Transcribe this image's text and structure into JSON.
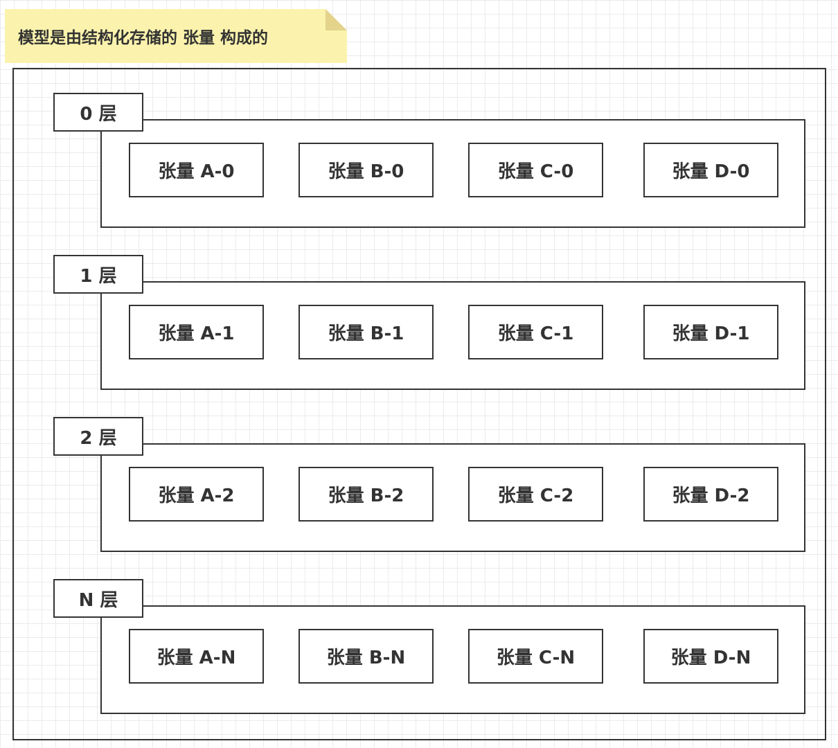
{
  "note": {
    "text": "模型是由结构化存储的 张量 构成的",
    "color": "#fbf3ad"
  },
  "layers": [
    {
      "label": "0 层",
      "tensors": [
        "张量 A-0",
        "张量 B-0",
        "张量 C-0",
        "张量 D-0"
      ]
    },
    {
      "label": "1 层",
      "tensors": [
        "张量 A-1",
        "张量 B-1",
        "张量 C-1",
        "张量 D-1"
      ]
    },
    {
      "label": "2 层",
      "tensors": [
        "张量 A-2",
        "张量 B-2",
        "张量 C-2",
        "张量 D-2"
      ]
    },
    {
      "label": "N 层",
      "tensors": [
        "张量 A-N",
        "张量 B-N",
        "张量 C-N",
        "张量 D-N"
      ]
    }
  ],
  "colors": {
    "stroke": "#333333",
    "grid": "#ebebeb",
    "background": "#ffffff"
  }
}
